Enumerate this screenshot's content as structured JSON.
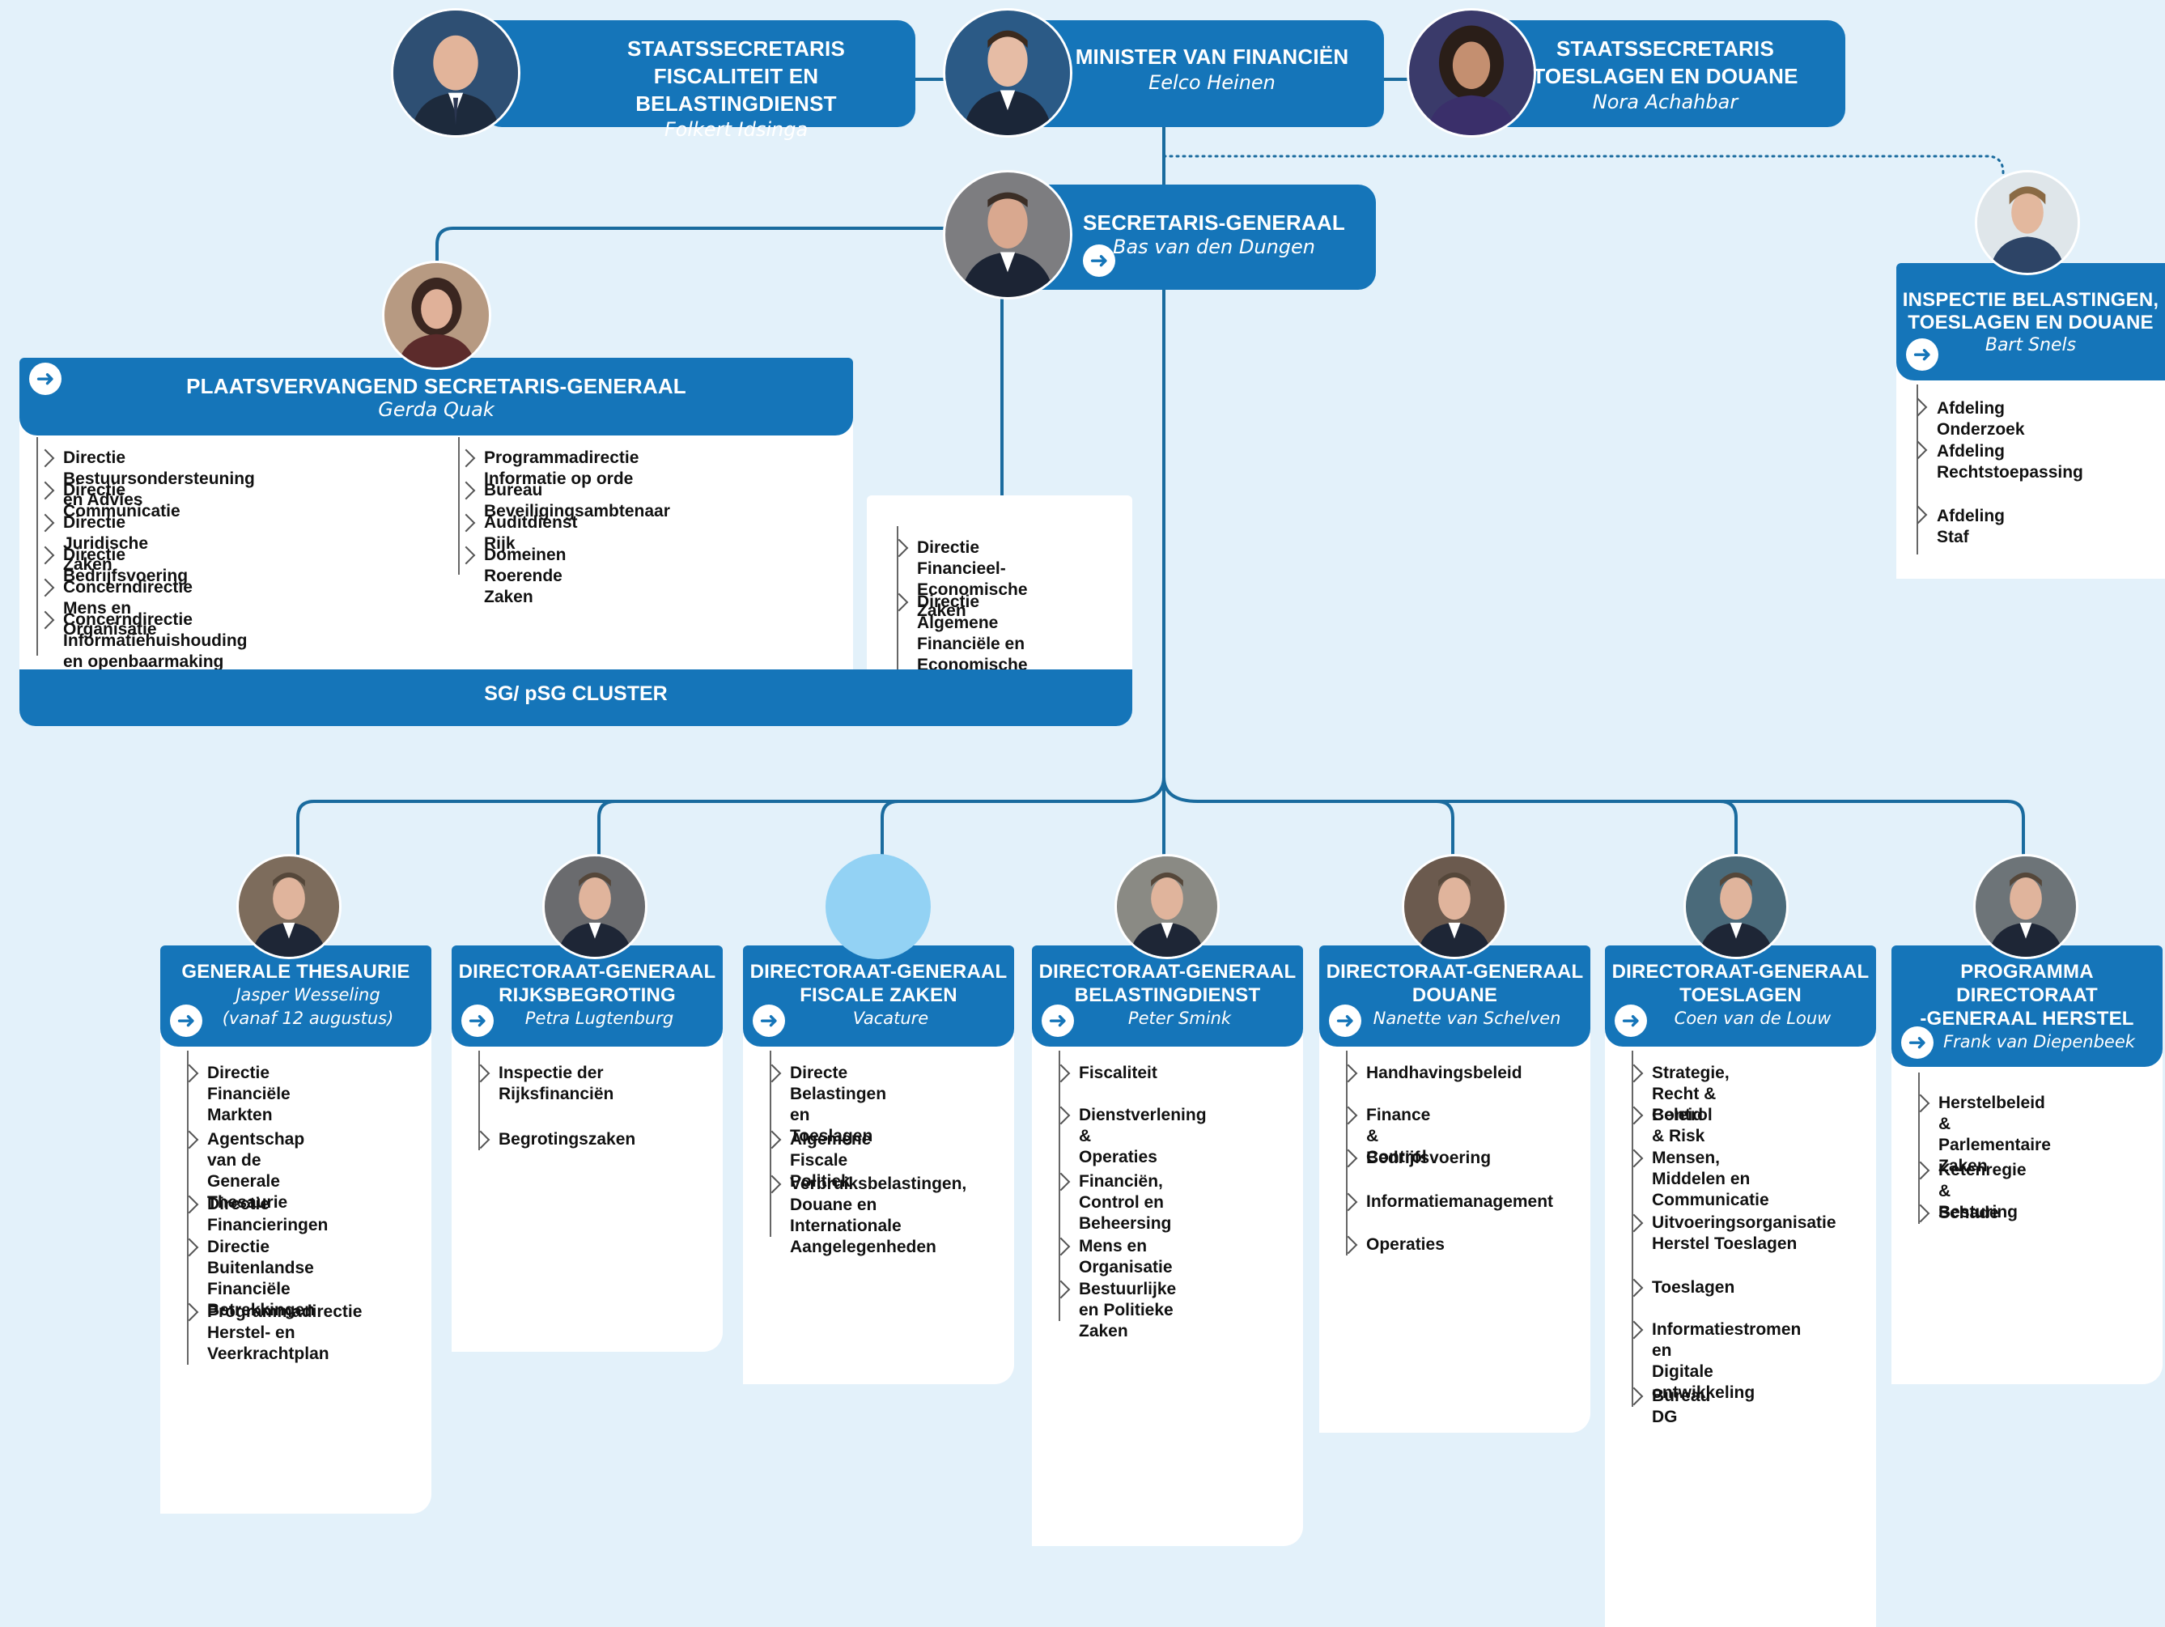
{
  "colors": {
    "background": "#e3f1fa",
    "header": "#1575b9",
    "line": "#1a6b9e",
    "vacancy": "#93d2f4"
  },
  "top": {
    "staats_fisc": {
      "title1": "STAATSSECRETARIS",
      "title2": "FISCALITEIT EN BELASTINGDIENST",
      "name": "Folkert Idsinga"
    },
    "minister": {
      "title1": "MINISTER VAN FINANCIËN",
      "name": "Eelco Heinen"
    },
    "staats_toes": {
      "title1": "STAATSSECRETARIS",
      "title2": "TOESLAGEN EN DOUANE",
      "name": "Nora Achahbar"
    }
  },
  "sg": {
    "title": "SECRETARIS-GENERAAL",
    "name": "Bas van den Dungen"
  },
  "inspectie": {
    "title1": "INSPECTIE BELASTINGEN,",
    "title2": "TOESLAGEN EN DOUANE",
    "name": "Bart Snels",
    "items": [
      "Afdeling Onderzoek",
      "Afdeling\nRechtstoepassing",
      "Afdeling Staf"
    ]
  },
  "psg": {
    "title": "PLAATSVERVANGEND SECRETARIS-GENERAAL",
    "name": "Gerda Quak",
    "col1": [
      "Directie Bestuursondersteuning en Advies",
      "Directie Communicatie",
      "Directie Juridische Zaken",
      "Directie Bedrijfsvoering",
      "Concerndirectie Mens en Organisatie",
      "Concerndirectie Informatiehuishouding\nen openbaarmaking"
    ],
    "col2": [
      "Programmadirectie Informatie op orde",
      "Bureau Beveiligingsambtenaar",
      "Auditdienst Rijk",
      "Domeinen Roerende Zaken"
    ]
  },
  "sg_box": {
    "items": [
      "Directie Financieel-\nEconomische Zaken",
      "Directie Algemene\nFinanciële en\nEconomische Politiek"
    ]
  },
  "cluster": {
    "label": "SG/ pSG CLUSTER"
  },
  "dgs": [
    {
      "title1": "GENERALE THESAURIE",
      "title2": "",
      "name": "Jasper Wesseling",
      "name2": "(vanaf 12 augustus)",
      "items": [
        "Directie Financiële\nMarkten",
        "Agentschap van de\nGenerale Thesaurie",
        "Directie Financieringen",
        "Directie Buitenlandse\nFinanciële Betrekkingen",
        "Programmadirectie\nHerstel- en\nVeerkrachtplan"
      ]
    },
    {
      "title1": "DIRECTORAAT-GENERAAL",
      "title2": "RIJKSBEGROTING",
      "name": "Petra Lugtenburg",
      "name2": "",
      "items": [
        "Inspectie der\nRijksfinanciën",
        "Begrotingszaken"
      ]
    },
    {
      "title1": "DIRECTORAAT-GENERAAL",
      "title2": "FISCALE ZAKEN",
      "name": "Vacature",
      "name2": "",
      "items": [
        "Directe Belastingen en\nToeslagen",
        "Algemene Fiscale Politiek",
        "Verbruiksbelastingen,\nDouane en Internationale\nAangelegenheden"
      ]
    },
    {
      "title1": "DIRECTORAAT-GENERAAL",
      "title2": "BELASTINGDIENST",
      "name": "Peter Smink",
      "name2": "",
      "items": [
        "Fiscaliteit",
        "Dienstverlening &\nOperaties",
        "Financiën, Control en\nBeheersing",
        "Mens en Organisatie",
        "Bestuurlijke en Politieke\nZaken"
      ]
    },
    {
      "title1": "DIRECTORAAT-GENERAAL",
      "title2": "DOUANE",
      "name": "Nanette van Schelven",
      "name2": "",
      "items": [
        "Handhavingsbeleid",
        "Finance & Control",
        "Bedrijfsvoering",
        "Informatiemanagement",
        "Operaties"
      ]
    },
    {
      "title1": "DIRECTORAAT-GENERAAL",
      "title2": "TOESLAGEN",
      "name": "Coen van de Louw",
      "name2": "",
      "items": [
        "Strategie, Recht & Beleid",
        "Control & Risk",
        "Mensen, Middelen en\nCommunicatie",
        "Uitvoeringsorganisatie\nHerstel Toeslagen",
        "Toeslagen",
        "Informatiestromen en\nDigitale ontwikkeling",
        "Bureau DG"
      ]
    },
    {
      "title1": "PROGRAMMA",
      "title2": "DIRECTORAAT",
      "title3": "-GENERAAL HERSTEL",
      "name": "Frank van Diepenbeek",
      "name2": "",
      "items": [
        "Herstelbeleid &\nParlementaire Zaken",
        "Ketenregie & Besturing",
        "Schade"
      ]
    }
  ],
  "icons": {
    "arrow": "arrow-right-circle-icon",
    "chevron": "chevron-right-icon",
    "photo": "person-photo"
  }
}
